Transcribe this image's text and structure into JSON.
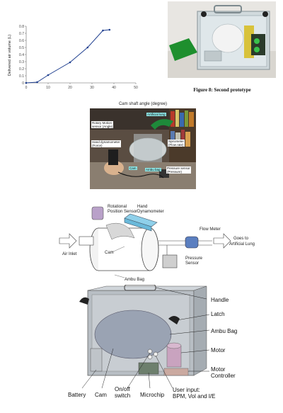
{
  "chart_data": {
    "type": "line",
    "x": [
      0,
      5,
      10,
      20,
      28,
      35,
      38
    ],
    "values": [
      0,
      0.01,
      0.11,
      0.29,
      0.5,
      0.74,
      0.75
    ],
    "ylabel": "Delivered air volume (L)",
    "xlabel": "Cam shaft angle (degree)",
    "xlim": [
      0,
      50
    ],
    "ylim": [
      0,
      0.8
    ],
    "x_ticks": [
      "0",
      "10",
      "20",
      "30",
      "40",
      "50"
    ],
    "y_ticks": [
      "0",
      "0.1",
      "0.2",
      "0.3",
      "0.4",
      "0.5",
      "0.6",
      "0.7",
      "0.8"
    ],
    "series_color": "#1f3f8f",
    "grid": false
  },
  "figure8": {
    "caption": "Figure 8: Second prototype"
  },
  "photo": {
    "labels": {
      "rotary": "Rotary Motion\nsensor (Angle)",
      "lung": "Artificial lung",
      "dyn": "Hand dynamometer\n(Force)",
      "spiro": "Spirometer\n(Flow rate)",
      "cam": "Cam",
      "ambu": "Ambu bag",
      "pressure": "Pressure sensor\n(Pressure)"
    }
  },
  "diagram": {
    "rotational": "Rotational",
    "position_sensor": "Position Sensor",
    "hand": "Hand",
    "dynamometer": "Dynamometer",
    "flow_meter": "Flow Meter",
    "goes_to": "Goes to",
    "artificial_lung": "Artificial Lung",
    "air_inlet": "Air Inlet",
    "cam": "Cam",
    "ambu_bag": "Ambu Bag",
    "pressure": "Pressure",
    "sensor": "Sensor"
  },
  "cad": {
    "handle": "Handle",
    "latch": "Latch",
    "ambu_bag": "Ambu Bag",
    "motor": "Motor",
    "motor_controller_1": "Motor",
    "motor_controller_2": "Controller",
    "battery": "Battery",
    "cam": "Cam",
    "onoff_1": "On/off",
    "onoff_2": "switch",
    "microchip": "Microchip",
    "user_input_1": "User input:",
    "user_input_2": "BPM, Vol and I/E"
  }
}
